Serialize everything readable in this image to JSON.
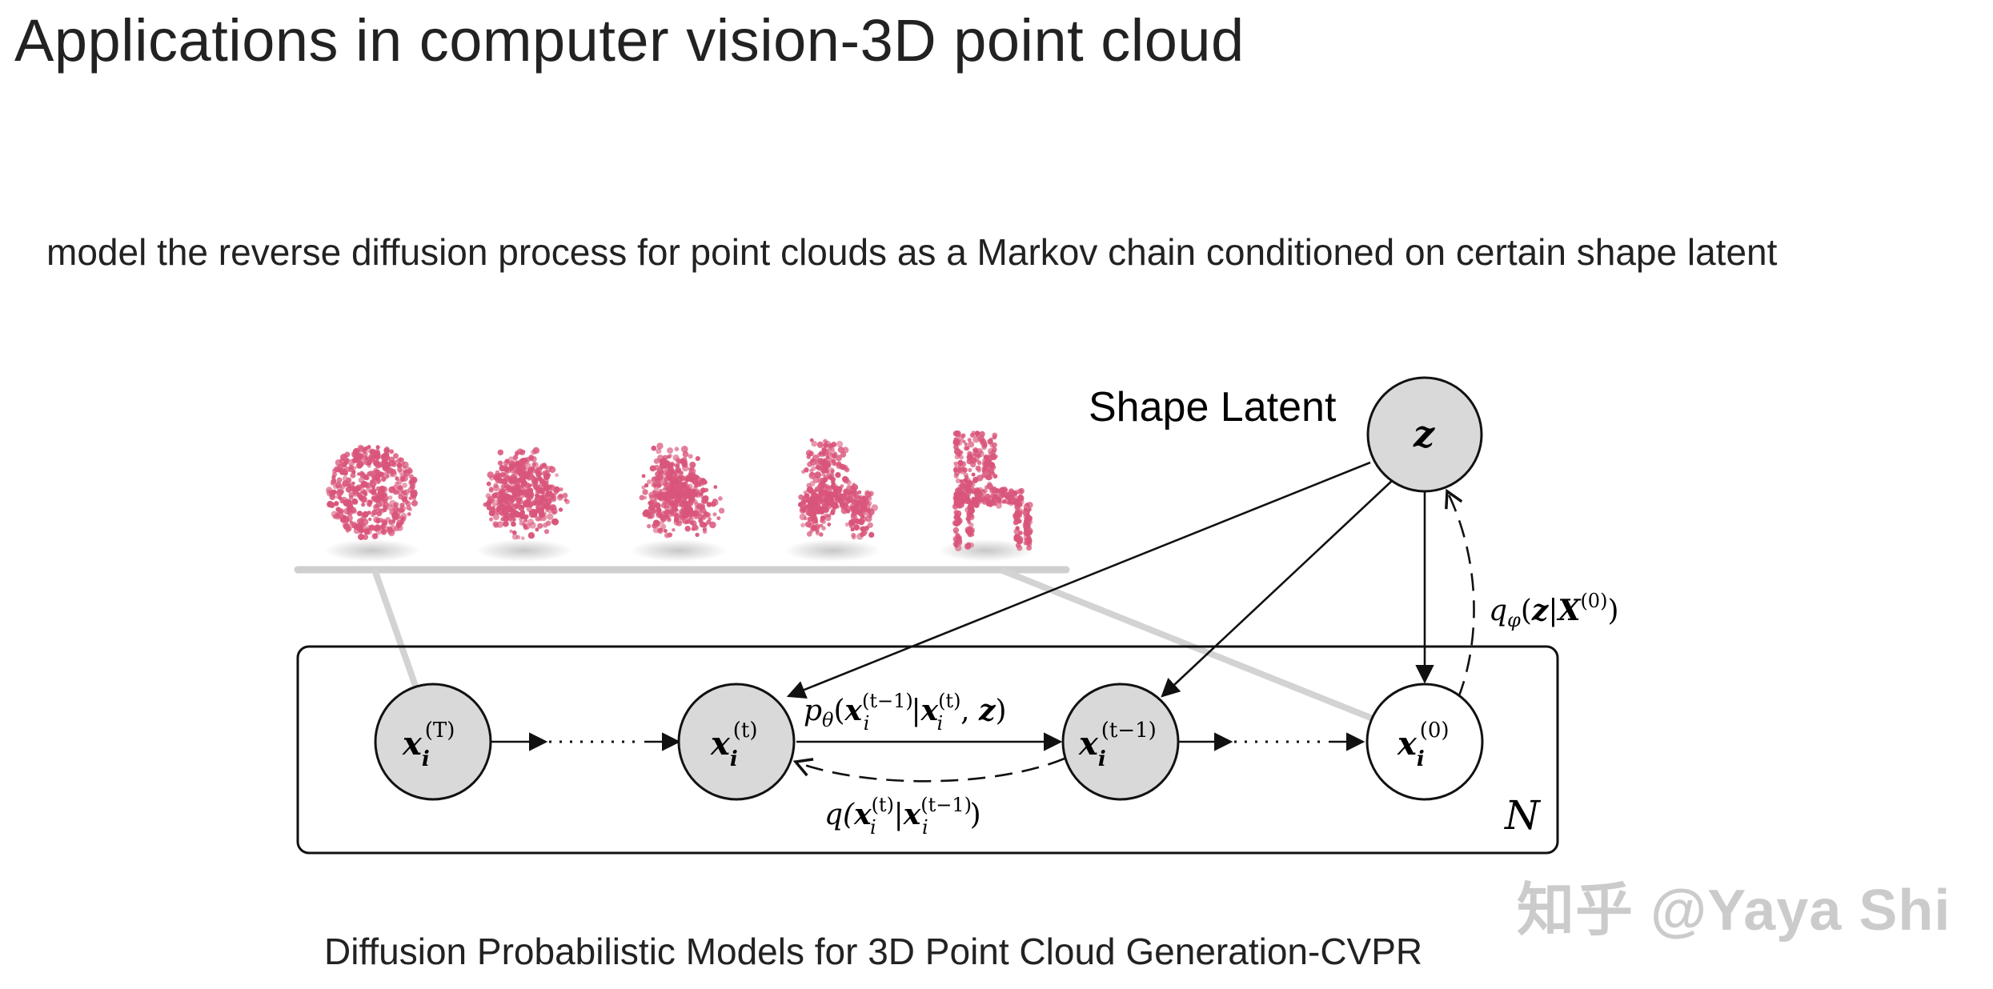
{
  "slide": {
    "title": "Applications in computer vision-3D point cloud",
    "subtitle": "model the reverse diffusion process for point clouds as a Markov chain conditioned on certain shape latent",
    "caption": "Diffusion Probabilistic Models for 3D Point Cloud Generation-CVPR",
    "watermark": "知乎 @Yaya Shi"
  },
  "diagram": {
    "latent_label": "Shape Latent",
    "latent_node": "z",
    "nodes": [
      {
        "base": "x",
        "sub": "i",
        "sup": "(T)",
        "fill": "#d9d9d9"
      },
      {
        "base": "x",
        "sub": "i",
        "sup": "(t)",
        "fill": "#d9d9d9"
      },
      {
        "base": "x",
        "sub": "i",
        "sup": "(t−1)",
        "fill": "#d9d9d9"
      },
      {
        "base": "x",
        "sub": "i",
        "sup": "(0)",
        "fill": "#ffffff"
      }
    ],
    "reverse_label": {
      "p": "p",
      "theta": "θ",
      "open": "(",
      "x1": "x",
      "sup1": "(t−1)",
      "sub1": "i",
      "bar": "|",
      "x2": "x",
      "sup2": "(t)",
      "sub2": "i",
      "comma": ", ",
      "z": "z",
      "close": ")"
    },
    "forward_label": {
      "q": "q(",
      "x1": "x",
      "sup1": "(t)",
      "sub1": "i",
      "bar": "|",
      "x2": "x",
      "sup2": "(t−1)",
      "sub2": "i",
      "close": ")"
    },
    "encoder_label": {
      "q": "q",
      "phi": "φ",
      "open": "(",
      "z": "z",
      "bar": "|",
      "X": "X",
      "sup": "(0)",
      "close": ")"
    },
    "plate_label": "N",
    "point_cloud_color": "#d9557a"
  }
}
